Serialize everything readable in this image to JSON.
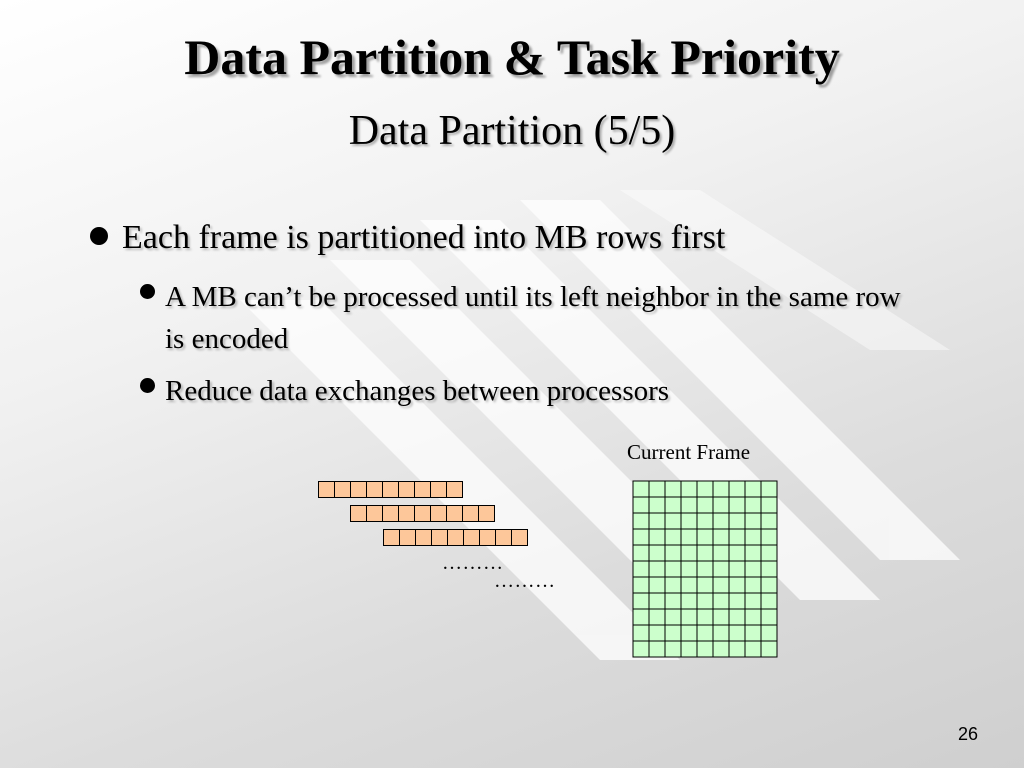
{
  "slide": {
    "title": "Data Partition & Task Priority",
    "subtitle": "Data Partition (5/5)",
    "bullet_main": "Each frame is partitioned into MB rows first",
    "sub_bullets": [
      "A MB can’t be processed until its left neighbor in the same row is encoded",
      "Reduce data exchanges between processors"
    ],
    "page_number": "26"
  },
  "figure": {
    "frame_label": "Current Frame",
    "ellipsis_1": "………",
    "ellipsis_2": "………",
    "mb_row_color": "#fdc79a",
    "frame_grid_color": "#ccffcc",
    "mb_rows": 3,
    "mb_cells_per_row": 9,
    "frame_grid_cols": 9,
    "frame_grid_rows": 11
  }
}
